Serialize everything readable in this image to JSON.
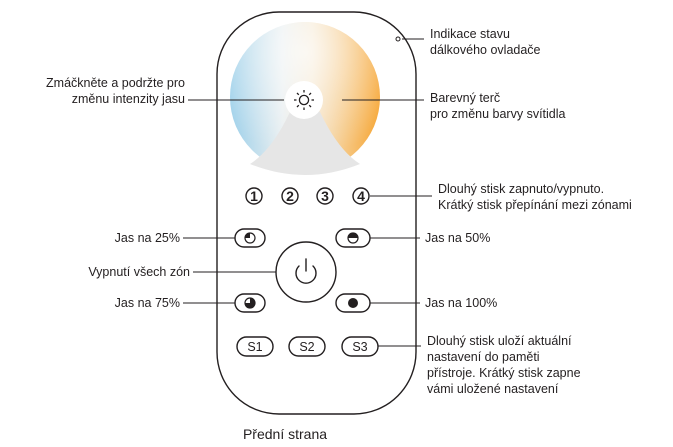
{
  "annotations": {
    "status_indicator": [
      "Indikace stavu",
      "dálkového ovladače"
    ],
    "brightness_hold": [
      "Zmáčkněte a podržte pro",
      "změnu intenzity jasu"
    ],
    "color_wheel": [
      "Barevný terč",
      "pro změnu barvy svítidla"
    ],
    "zones": [
      "Dlouhý stisk zapnuto/vypnuto.",
      "Krátký stisk přepínání mezi zónami"
    ],
    "jas25": "Jas na 25%",
    "jas50": "Jas na 50%",
    "all_off": "Vypnutí všech zón",
    "jas75": "Jas na 75%",
    "jas100": "Jas na 100%",
    "scenes": [
      "Dlouhý stisk uloží aktuální",
      "nastavení do paměti",
      "přístroje. Krátký stisk zapne",
      "vámi uložené nastavení"
    ]
  },
  "zone_buttons": [
    "1",
    "2",
    "3",
    "4"
  ],
  "scene_buttons": [
    "S1",
    "S2",
    "S3"
  ],
  "caption": "Přední strana",
  "colors": {
    "warm": "#f6a532",
    "cool": "#9dd0ea",
    "line": "#231f20"
  }
}
